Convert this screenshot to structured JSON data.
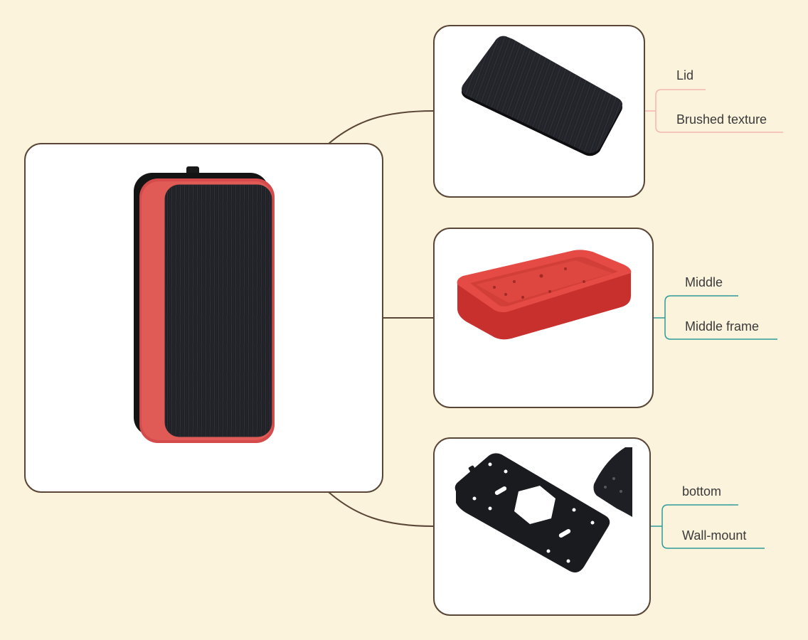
{
  "diagram": {
    "main_node": {
      "icon": "assembled-case-image"
    },
    "branches": [
      {
        "icon": "lid-image",
        "labels": [
          "Lid",
          "Brushed texture"
        ],
        "accent": "#F4B7B0"
      },
      {
        "icon": "middle-frame-image",
        "labels": [
          "Middle",
          "Middle frame"
        ],
        "accent": "#2E9A9A"
      },
      {
        "icon": "bottom-plate-image",
        "labels": [
          "bottom",
          "Wall-mount"
        ],
        "accent": "#2E9A9A"
      }
    ],
    "connector_color": "#5A4636",
    "background": "#FBF3DC"
  }
}
